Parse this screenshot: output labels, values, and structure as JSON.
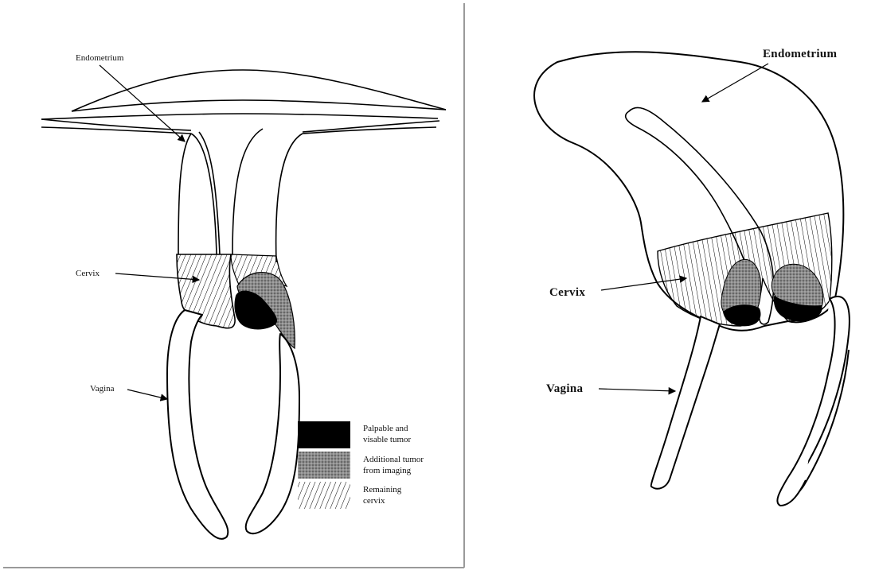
{
  "left_panel": {
    "labels": {
      "endometrium": "Endometrium",
      "cervix": "Cervix",
      "vagina": "Vagina"
    },
    "legend": [
      {
        "line1": "Palpable and",
        "line2": "visable tumor",
        "fill": "#000000",
        "icon": "solid-black-swatch"
      },
      {
        "line1": "Additional tumor",
        "line2": "from imaging",
        "fill": "#7a7a7a",
        "icon": "gray-stipple-swatch"
      },
      {
        "line1": "Remaining",
        "line2": "cervix",
        "fill": "hatched",
        "icon": "hatch-swatch"
      }
    ]
  },
  "right_panel": {
    "labels": {
      "endometrium": "Endometrium",
      "cervix": "Cervix",
      "vagina": "Vagina"
    }
  },
  "colors": {
    "tumor_black": "#000000",
    "tumor_gray": "#7a7a7a",
    "divider": "#9a9a9a",
    "line": "#000000"
  }
}
